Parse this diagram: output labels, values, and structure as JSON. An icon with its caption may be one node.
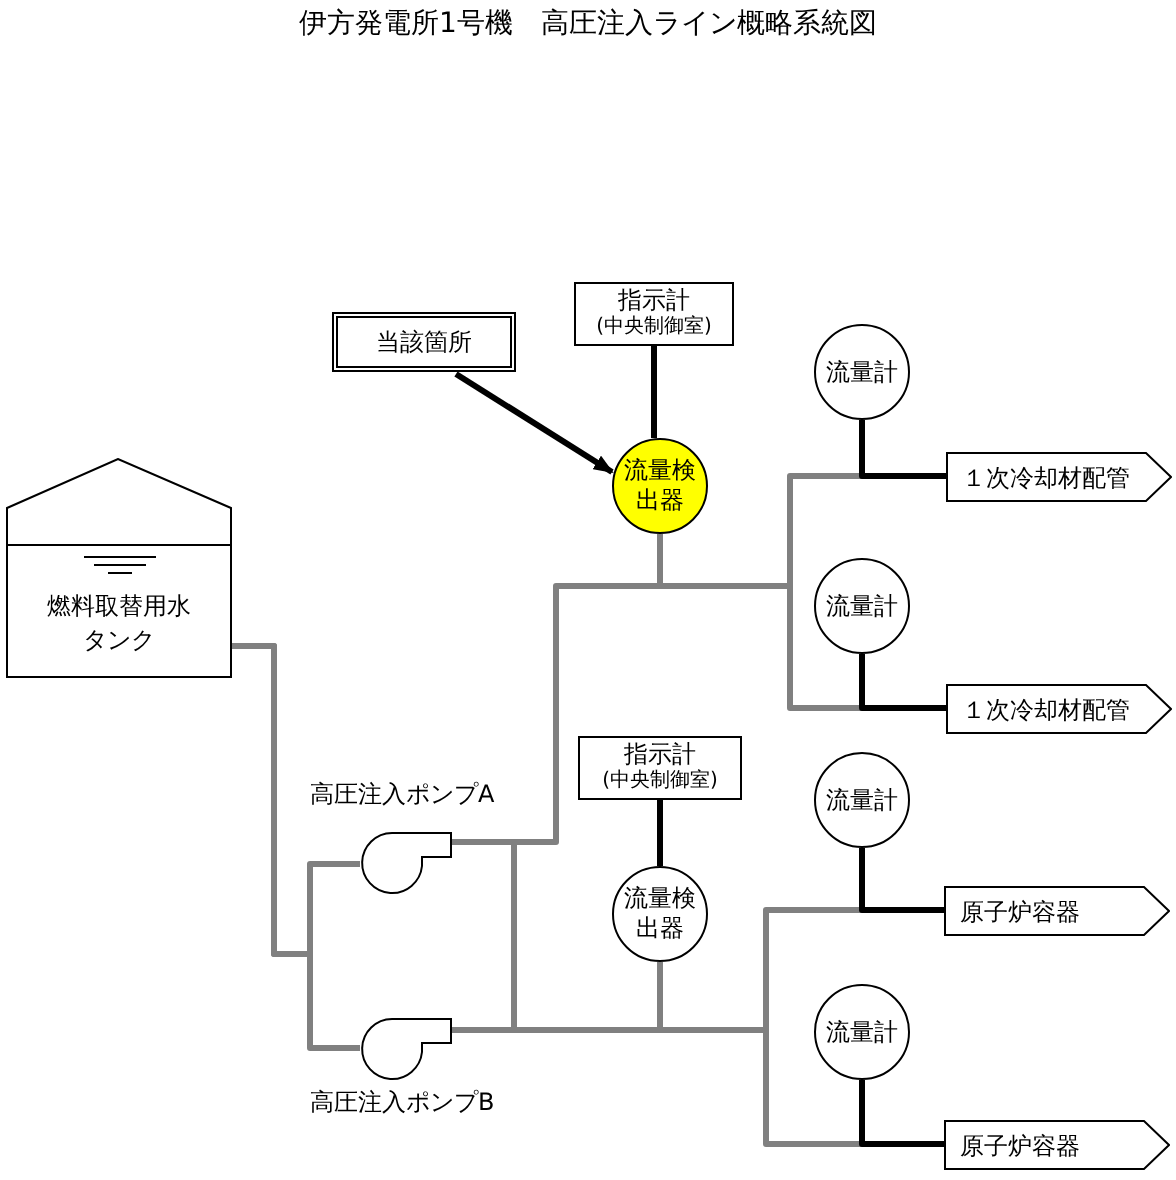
{
  "diagram": {
    "title": "伊方発電所1号機　高圧注入ライン概略系統図",
    "nodes": [
      {
        "text": [
          "当該箇所"
        ]
      },
      {
        "text": [
          "指示計",
          "(中央制御室)"
        ]
      },
      {
        "text": [
          "流量検出器"
        ]
      },
      {
        "text": [
          "流量計"
        ]
      },
      {
        "text": [
          "１次冷却材配管"
        ]
      },
      {
        "text": [
          "流量計"
        ]
      },
      {
        "text": [
          "１次冷却材配管"
        ]
      },
      {
        "text": [
          "燃料取替用水タンク"
        ]
      },
      {
        "text": [
          "指示計",
          "(中央制御室)"
        ]
      },
      {
        "text": [
          "流量検出器"
        ]
      },
      {
        "text": [
          "流量計"
        ]
      },
      {
        "text": [
          "原子炉容器"
        ]
      },
      {
        "text": [
          "流量計"
        ]
      },
      {
        "text": [
          "原子炉容器"
        ]
      },
      {
        "text": [],
        "shape": "pump",
        "beside": [
          "高圧注入ポンプA"
        ]
      },
      {
        "text": [],
        "shape": "pump",
        "beside": [
          "高圧注入ポンプB"
        ]
      }
    ],
    "edges": [
      {
        "from": 0,
        "to": 2,
        "arrow": "to",
        "color": "#000000"
      },
      {
        "from": 1,
        "to": 2,
        "arrow": "none",
        "color": "#000000"
      },
      {
        "from": 8,
        "to": 9,
        "arrow": "none",
        "color": "#000000"
      },
      {
        "from": 3,
        "to": 4,
        "arrow": "none",
        "color": "#000000"
      },
      {
        "from": 5,
        "to": 6,
        "arrow": "none",
        "color": "#000000"
      },
      {
        "from": 10,
        "to": 11,
        "arrow": "none",
        "color": "#000000"
      },
      {
        "from": 12,
        "to": 13,
        "arrow": "none",
        "color": "#000000"
      },
      {
        "from": 7,
        "to": 14,
        "arrow": "none"
      },
      {
        "from": 7,
        "to": 15,
        "arrow": "none"
      },
      {
        "from": 14,
        "to": 2,
        "arrow": "none"
      },
      {
        "from": 14,
        "to": 9,
        "arrow": "none"
      },
      {
        "from": 15,
        "to": 9,
        "arrow": "none"
      },
      {
        "from": 2,
        "to": 4,
        "arrow": "none"
      },
      {
        "from": 2,
        "to": 6,
        "arrow": "none"
      },
      {
        "from": 9,
        "to": 11,
        "arrow": "none"
      },
      {
        "from": 9,
        "to": 13,
        "arrow": "none"
      }
    ]
  }
}
